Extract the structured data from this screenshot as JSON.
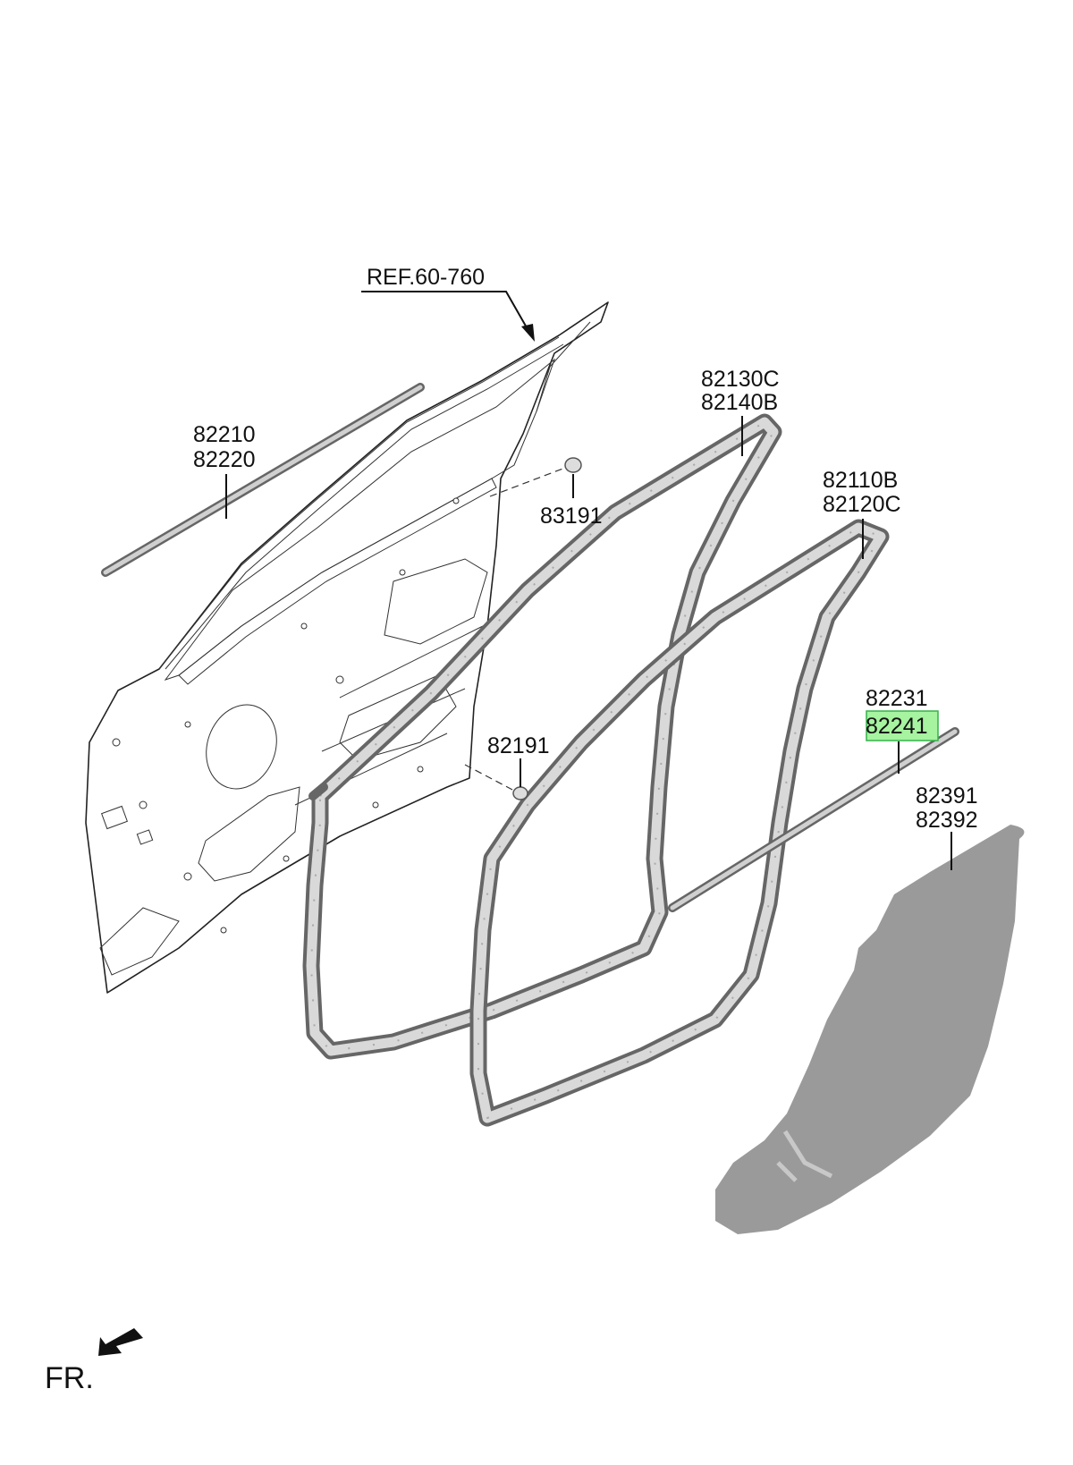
{
  "parts": {
    "ref_label": "REF.60-760",
    "belt_outer": {
      "line1": "82210",
      "line2": "82220"
    },
    "door_frame_seal": {
      "line1": "82130C",
      "line2": "82140B"
    },
    "clip_upper": "83191",
    "body_seal": {
      "line1": "82110B",
      "line2": "82120C"
    },
    "inner_strip": {
      "line1": "82231",
      "line2": "82241"
    },
    "clip_lower": "82191",
    "sealing_cover": {
      "line1": "82391",
      "line2": "82392"
    }
  },
  "orientation": {
    "label": "FR."
  },
  "colors": {
    "highlight_fill": "#a6f3a0",
    "highlight_border": "#35b34a",
    "cover_fill": "#9a9a9a",
    "seal_dark": "#666666",
    "seal_light": "#d9d9d9"
  }
}
